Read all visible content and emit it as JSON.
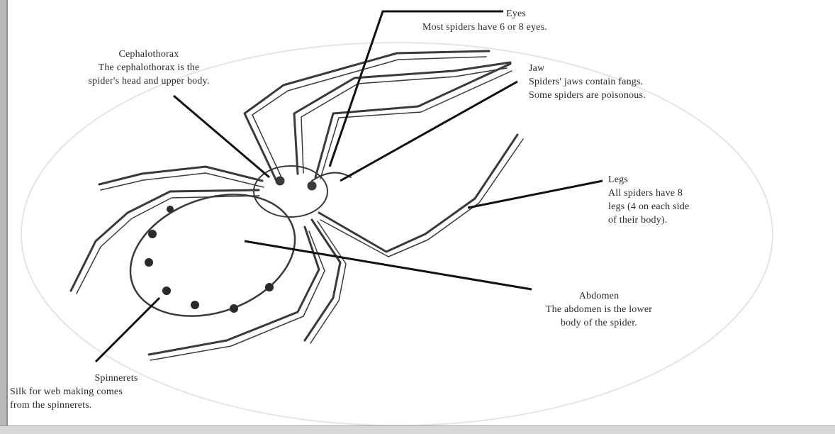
{
  "labels": {
    "eyes": {
      "title": "Eyes",
      "lines": [
        "Most spiders have 6 or 8 eyes."
      ]
    },
    "cephalothorax": {
      "title": "Cephalothorax",
      "lines": [
        "The cephalothorax is the",
        "spider's head and upper body."
      ]
    },
    "jaw": {
      "title": "Jaw",
      "lines": [
        "Spiders' jaws contain fangs.",
        "Some spiders are poisonous."
      ]
    },
    "legs": {
      "title": "Legs",
      "lines": [
        "All spiders have 8",
        "legs (4 on each side",
        "of their body)."
      ]
    },
    "abdomen": {
      "title": "Abdomen",
      "lines": [
        "The abdomen is the lower",
        "body of the spider."
      ]
    },
    "spinnerets": {
      "title": "Spinnerets",
      "lines": [
        "Silk for web making comes",
        "from the spinnerets."
      ]
    }
  }
}
